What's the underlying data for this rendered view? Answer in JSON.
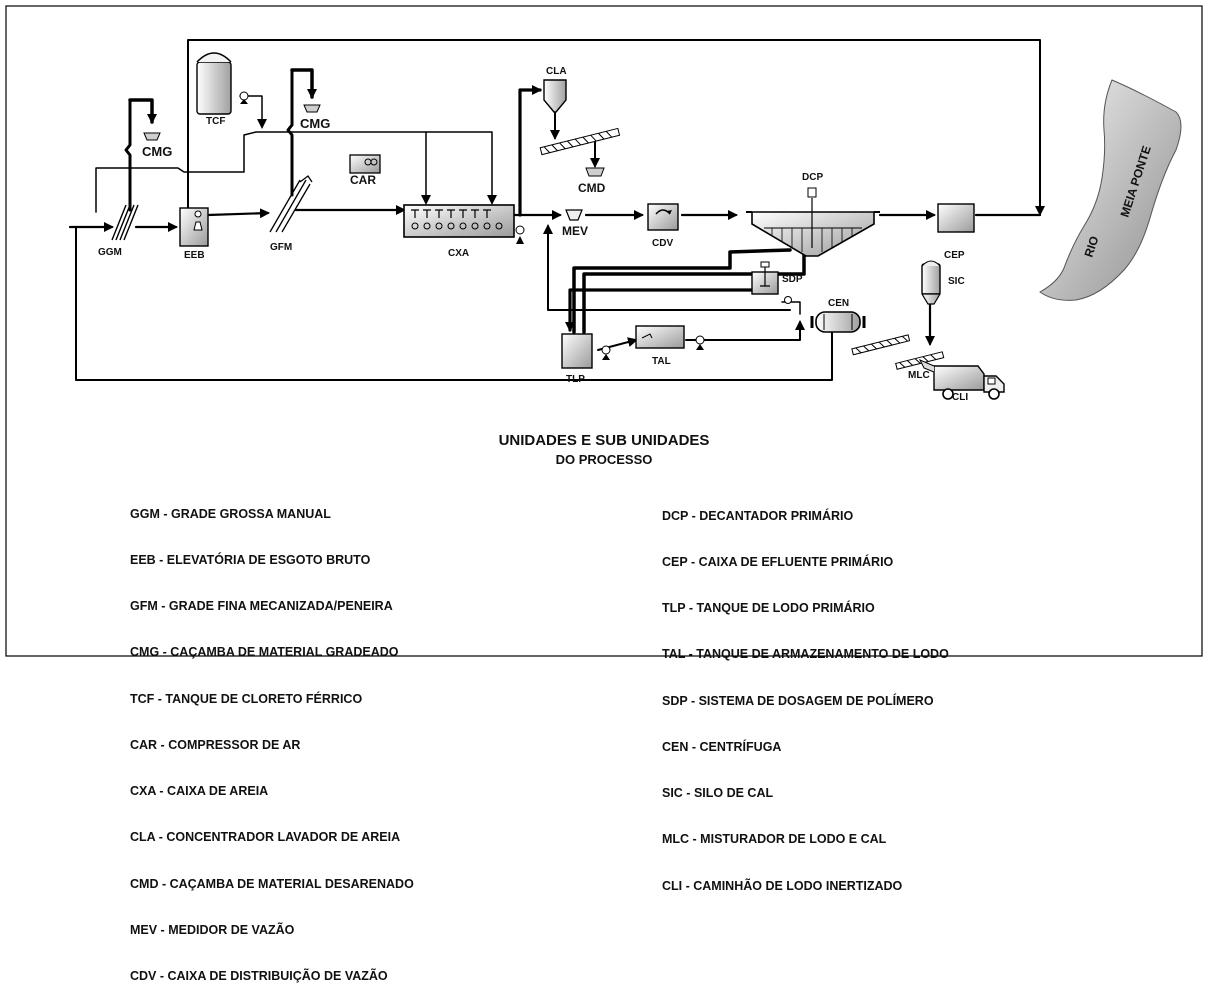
{
  "labels": {
    "ggm": "GGM",
    "eeb": "EEB",
    "gfm": "GFM",
    "tcf": "TCF",
    "cmg1": "CMG",
    "cmg2": "CMG",
    "car": "CAR",
    "cxa": "CXA",
    "cla": "CLA",
    "cmd": "CMD",
    "mev": "MEV",
    "cdv": "CDV",
    "dcp": "DCP",
    "cep": "CEP",
    "sic": "SIC",
    "sdp": "SDP",
    "cen": "CEN",
    "tlp": "TLP",
    "tal": "TAL",
    "mlc": "MLC",
    "cli": "CLI",
    "rio": "RIO",
    "meia_ponte": "MEIA PONTE"
  },
  "legend": {
    "title": "UNIDADES E SUB UNIDADES",
    "subtitle": "DO PROCESSO",
    "left": [
      "GGM - GRADE GROSSA MANUAL",
      "EEB - ELEVATÓRIA DE ESGOTO BRUTO",
      "GFM - GRADE FINA MECANIZADA/PENEIRA",
      "CMG - CAÇAMBA DE MATERIAL GRADEADO",
      "TCF - TANQUE DE CLORETO FÉRRICO",
      "CAR - COMPRESSOR DE AR",
      "CXA - CAIXA DE AREIA",
      "CLA - CONCENTRADOR LAVADOR DE AREIA",
      "CMD - CAÇAMBA DE MATERIAL DESARENADO",
      "MEV - MEDIDOR DE VAZÃO",
      "CDV - CAIXA DE DISTRIBUIÇÃO DE VAZÃO"
    ],
    "right": [
      "DCP - DECANTADOR PRIMÁRIO",
      "CEP - CAIXA DE EFLUENTE PRIMÁRIO",
      "TLP - TANQUE DE LODO PRIMÁRIO",
      "TAL - TANQUE DE ARMAZENAMENTO DE LODO",
      "SDP - SISTEMA DE DOSAGEM DE POLÍMERO",
      "CEN - CENTRÍFUGA",
      "SIC - SILO DE CAL",
      "MLC - MISTURADOR DE LODO E CAL",
      "CLI - CAMINHÃO DE LODO INERTIZADO"
    ]
  }
}
